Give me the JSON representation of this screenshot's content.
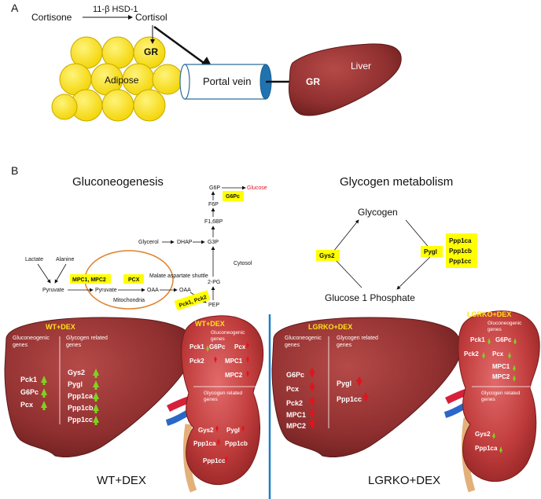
{
  "panel_a": {
    "label": "A",
    "cortisone": "Cortisone",
    "enzyme": "11-β HSD-1",
    "cortisol": "Cortisol",
    "gr_adipose": "GR",
    "adipose": "Adipose",
    "portal_vein": "Portal vein",
    "gr_liver": "GR",
    "liver": "Liver"
  },
  "panel_b": {
    "label": "B",
    "gluconeogenesis_title": "Gluconeogenesis",
    "glycogen_title": "Glycogen metabolism",
    "pathway": {
      "lactate": "Lactate",
      "alanine": "Alanine",
      "pyruvate1": "Pyruvate",
      "mpc_box": "MPC1, MPC2",
      "pyruvate2": "Pyruvate",
      "pcx_box": "PCX",
      "oaa1": "OAA",
      "shuttle": "Malate aspartate shuttle",
      "oaa2": "OAA",
      "mitochondria": "Mitochondria",
      "pck_box": "Pck1, Pck2",
      "pep": "PEP",
      "pg2": "2-PG",
      "g3p": "G3P",
      "glycerol": "Glycerol",
      "dhap": "DHAP",
      "f16bp": "F1,6BP",
      "f6p": "F6P",
      "g6p": "G6P",
      "g6pc_box": "G6Pc",
      "glucose": "Glucose",
      "cytosol": "Cytosol"
    },
    "glycogen": {
      "glycogen": "Glycogen",
      "gys2_box": "Gys2",
      "pygl_box": "Pygl",
      "ppp_box": [
        "Ppp1ca",
        "Ppp1cb",
        "Ppp1cc"
      ],
      "g1p": "Glucose 1 Phosphate"
    }
  },
  "wt": {
    "liver_title": "WT+DEX",
    "gluco_header": [
      "Gluconeogenic",
      "genes"
    ],
    "gluco_genes": [
      "Pck1",
      "G6Pc",
      "Pcx"
    ],
    "glyco_header": [
      "Glycogen related",
      "genes"
    ],
    "glyco_genes": [
      "Gys2",
      "Pygl",
      "Ppp1ca",
      "Ppp1cb",
      "Ppp1cc"
    ],
    "kidney_title": "WT+DEX",
    "kidney_gluco_header": [
      "Gluconeogenic",
      "genes"
    ],
    "kidney_gluco_row1": [
      "Pck1",
      "G6Pc",
      "Pcx"
    ],
    "kidney_gluco_row2": [
      "Pck2",
      "MPC1"
    ],
    "kidney_gluco_row3": [
      "MPC2"
    ],
    "kidney_glyco_header": [
      "Glycogen related",
      "genes"
    ],
    "kidney_glyco_row1": [
      "Gys2",
      "Pygl"
    ],
    "kidney_glyco_row2": [
      "Ppp1ca",
      "Ppp1cb"
    ],
    "kidney_glyco_row3": [
      "Ppp1cc"
    ],
    "caption": "WT+DEX"
  },
  "lgrko": {
    "liver_title": "LGRKO+DEX",
    "gluco_header": [
      "Gluconeogenic",
      "genes"
    ],
    "gluco_genes": [
      "G6Pc",
      "Pcx",
      "Pck2",
      "MPC1",
      "MPC2"
    ],
    "glyco_header": [
      "Glycogen related",
      "genes"
    ],
    "glyco_genes": [
      "Pygl",
      "Ppp1cc"
    ],
    "kidney_title": "LGRKO+DEX",
    "kidney_gluco_header": [
      "Gluconeogenic",
      "genes"
    ],
    "kidney_gluco_row1": [
      "Pck1",
      "G6Pc"
    ],
    "kidney_gluco_row2": [
      "Pck2",
      "Pcx"
    ],
    "kidney_gluco_row3": [
      "MPC1"
    ],
    "kidney_gluco_row4": [
      "MPC2"
    ],
    "kidney_glyco_header": [
      "Glycogen related",
      "genes"
    ],
    "kidney_glyco_row1": [
      "Gys2"
    ],
    "kidney_glyco_row2": [
      "Ppp1ca"
    ],
    "caption": "LGRKO+DEX"
  },
  "colors": {
    "box_yellow": "#ffff00",
    "liver": "#9b3535",
    "kidney": "#b83a3a",
    "up_arrow": "#7ed321",
    "down_arrow": "#e0141e",
    "divider": "#1f7fc4",
    "mito_ellipse": "#e0802a",
    "glucose_red": "#e0141e"
  }
}
